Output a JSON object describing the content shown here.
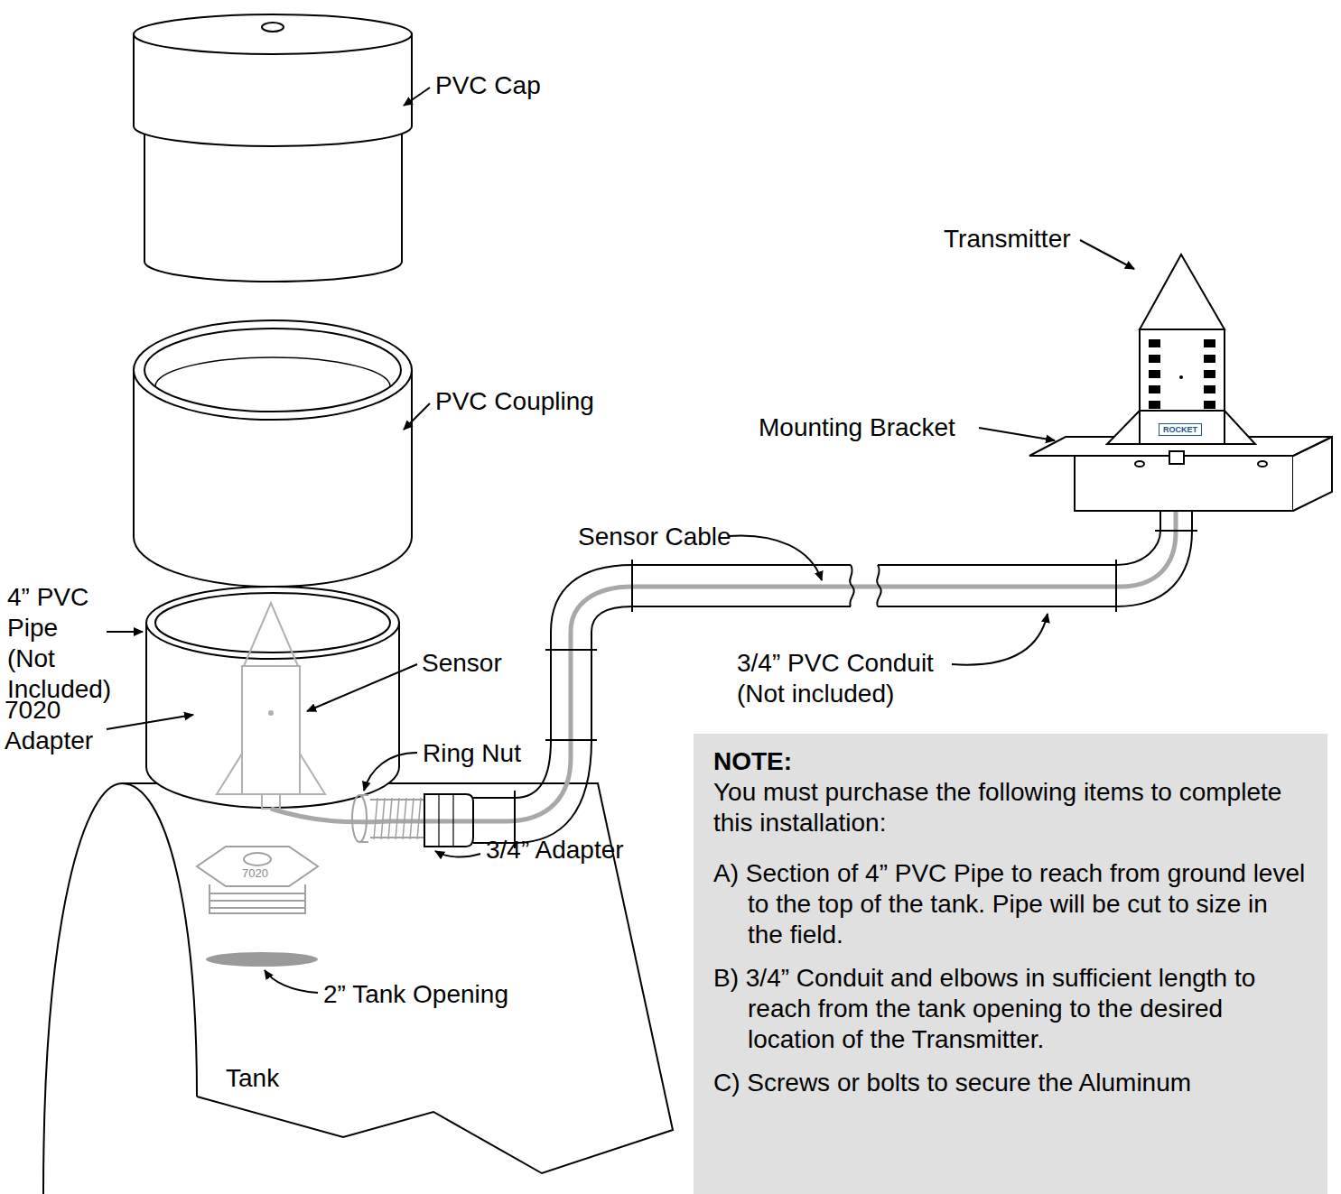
{
  "diagram": {
    "nodes": [
      {
        "text": [
          "Tank"
        ]
      },
      {
        "text": [
          "NOTE:",
          "You must purchase the following items to complete this installation:",
          "A) Section of 4” PVC Pipe to reach from ground level to the top of the tank. Pipe will be cut to size in the field.",
          "B) 3/4” Conduit and elbows in sufficient length to reach from the tank opening to the desired location of the Transmitter.",
          "C) Screws or bolts to secure the Aluminum"
        ]
      }
    ],
    "labels": [
      "PVC Cap",
      "PVC Coupling",
      "4” PVC Pipe (Not Included)",
      "Sensor",
      "Ring Nut",
      "7020 Adapter",
      "7020",
      "3/4” Adapter",
      "2” Tank Opening",
      "Sensor Cable",
      "3/4” PVC Conduit (Not included)",
      "Transmitter",
      "Mounting Bracket",
      "ROCKET"
    ]
  }
}
